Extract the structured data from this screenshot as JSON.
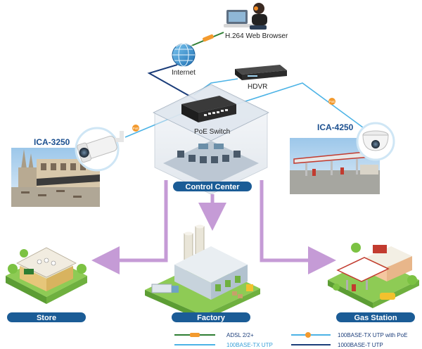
{
  "labels": {
    "web_browser": "H.264 Web Browser",
    "internet": "Internet",
    "hdvr": "HDVR",
    "poe_switch": "PoE Switch",
    "control_center": "Control Center",
    "camera_left": "ICA-3250",
    "camera_right": "ICA-4250",
    "store": "Store",
    "factory": "Factory",
    "gas_station": "Gas Station",
    "poe_badge": "PoE",
    "adsl_badge": "ADSL"
  },
  "legend": {
    "adsl": "ADSL 2/2+",
    "tx_utp_poe": "100BASE-TX UTP with PoE",
    "tx_utp": "100BASE-TX UTP",
    "t_utp": "1000BASE-T UTP"
  },
  "colors": {
    "adsl_line": "#2e7d32",
    "poe_line": "#f39a2e",
    "tx_line": "#4cb3e6",
    "t_line": "#1b3d7a",
    "pill": "#1b5c96",
    "arrow": "#c59bd6",
    "accent_blue": "#1b4f8f"
  },
  "icons": {
    "user": "user-at-laptop-icon",
    "globe": "globe-icon",
    "dvr": "dvr-recorder-icon",
    "switch": "network-switch-icon",
    "bullet_camera": "bullet-camera-icon",
    "dome_camera": "dome-camera-icon"
  }
}
